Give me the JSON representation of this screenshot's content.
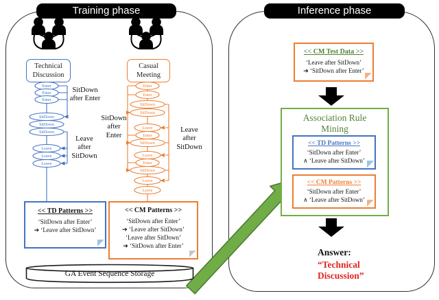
{
  "colors": {
    "blue": "#4472C4",
    "orange": "#ED7D31",
    "green": "#70AD47",
    "green_dark": "#538135",
    "red": "#E02520"
  },
  "training": {
    "header": "Training phase",
    "technical": {
      "label": "Technical Discussion",
      "events": [
        "Enter",
        "Enter",
        "Enter",
        "SitDown",
        "SitDown",
        "SitDown",
        "Leave",
        "Leave",
        "Leave"
      ],
      "annotation_top": "SitDown after Enter",
      "annotation_bottom": "Leave after SitDown",
      "patterns": {
        "title": "<< TD Patterns >>",
        "lines": [
          "‘SitDown after Enter’",
          "➔ ‘Leave after SitDown’"
        ]
      }
    },
    "casual": {
      "label": "Casual Meeting",
      "events": [
        "Enter",
        "Enter",
        "SitDown",
        "SitDown",
        "Leave",
        "Enter",
        "SitDown",
        "Leave",
        "Enter",
        "SitDown",
        "Leave",
        "Leave"
      ],
      "annotation_left": "SitDown after Enter",
      "annotation_right": "Leave after SitDown",
      "patterns": {
        "title": "<< CM Patterns >>",
        "lines": [
          "‘SitDown after Enter’",
          "➔ ‘Leave after SitDown’",
          "‘Leave after SitDown’",
          "➔ ‘SitDown after Enter’"
        ]
      }
    },
    "storage": "GA Event Sequence Storage"
  },
  "inference": {
    "header": "Inference phase",
    "test_data": {
      "title": "<< CM Test Data >>",
      "lines": [
        "‘Leave after SitDown’",
        "➔ ‘SitDown after Enter’"
      ]
    },
    "mining": {
      "title": "Association Rule Mining",
      "td_patterns": {
        "title": "<< TD Patterns >>",
        "lines": [
          "‘SitDown after Enter’",
          "∧ ‘Leave after SitDown’"
        ]
      },
      "cm_patterns": {
        "title": "<< CM Patterns >>",
        "lines": [
          "‘SitDown after Enter’",
          "∧ ‘Leave after SitDown’"
        ]
      }
    },
    "answer_label": "Answer:",
    "answer_value": "“Technical Discussion”"
  }
}
